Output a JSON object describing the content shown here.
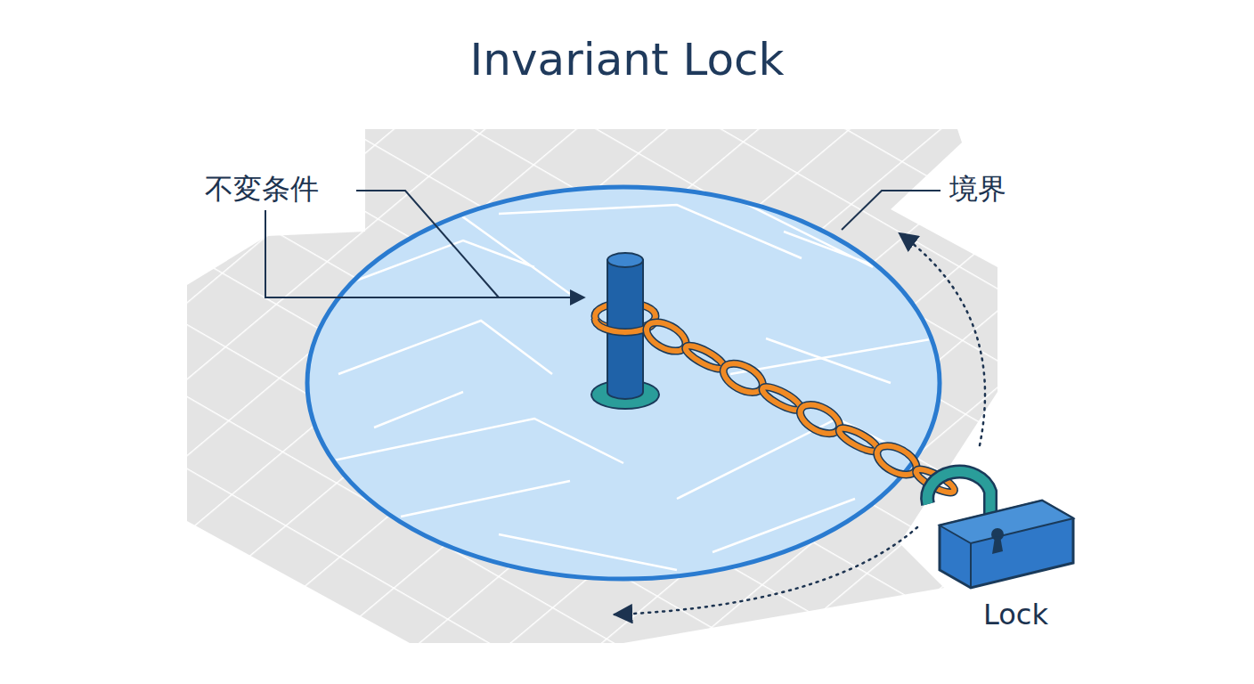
{
  "diagram": {
    "title": "Invariant Lock",
    "labels": [
      "不変条件",
      "境界",
      "Lock"
    ]
  }
}
